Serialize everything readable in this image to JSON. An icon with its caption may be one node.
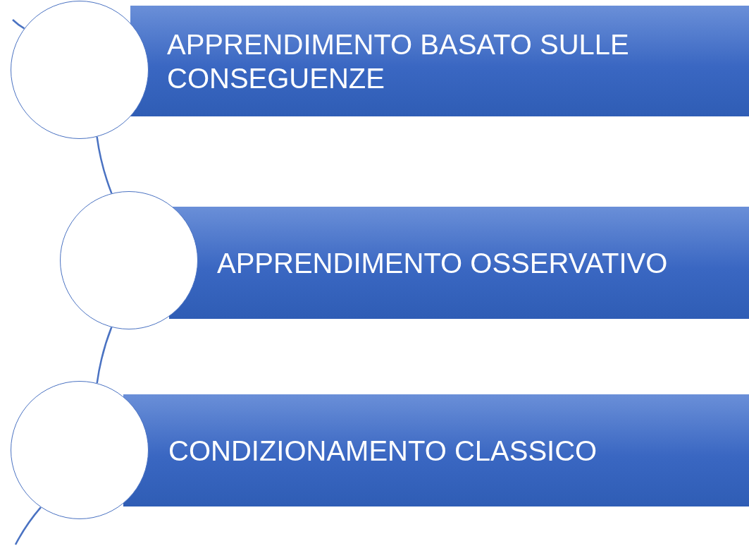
{
  "diagram": {
    "nodes": [
      {
        "text": [
          "APPRENDIMENTO BASATO SULLE CONSEGUENZE"
        ]
      },
      {
        "text": [],
        "shape": "circle"
      },
      {
        "text": [
          "APPRENDIMENTO OSSERVATIVO"
        ]
      },
      {
        "text": [],
        "shape": "circle"
      },
      {
        "text": [
          "CONDIZIONAMENTO CLASSICO"
        ]
      },
      {
        "text": [],
        "shape": "circle"
      }
    ],
    "edges": [
      {
        "from": null,
        "to": 1,
        "arrow": "none"
      },
      {
        "from": 1,
        "to": 3,
        "arrow": "none"
      },
      {
        "from": 3,
        "to": 5,
        "arrow": "none"
      },
      {
        "from": 5,
        "to": null,
        "arrow": "none"
      }
    ]
  }
}
